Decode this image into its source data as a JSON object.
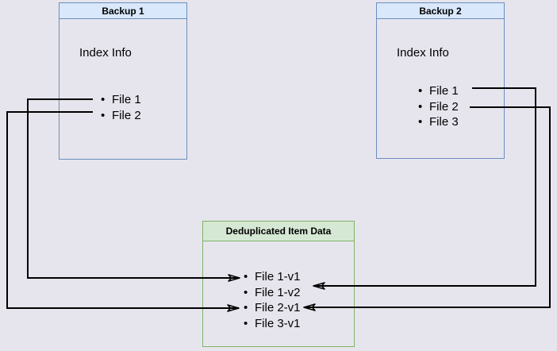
{
  "canvas": {
    "background": "#e6e5ed"
  },
  "colors": {
    "backup_header_fill": "#d9e8fb",
    "backup_border": "#6c8ebf",
    "dedup_header_fill": "#d5e8d4",
    "dedup_border": "#82b366",
    "arrow": "#000000",
    "text": "#000000"
  },
  "backup1": {
    "title": "Backup 1",
    "label": "Index Info",
    "items": [
      "File 1",
      "File 2"
    ]
  },
  "backup2": {
    "title": "Backup 2",
    "label": "Index Info",
    "items": [
      "File 1",
      "File 2",
      "File 3"
    ]
  },
  "dedup": {
    "title": "Deduplicated Item Data",
    "items": [
      "File 1-v1",
      "File 1-v2",
      "File 2-v1",
      "File 3-v1"
    ]
  },
  "connections": [
    {
      "from": "Backup 1 / File 1",
      "to": "Deduplicated Item Data / File 1-v1"
    },
    {
      "from": "Backup 1 / File 2",
      "to": "Deduplicated Item Data / File 2-v1"
    },
    {
      "from": "Backup 2 / File 1",
      "to": "Deduplicated Item Data / File 1-v2"
    },
    {
      "from": "Backup 2 / File 2",
      "to": "Deduplicated Item Data / File 2-v1"
    }
  ]
}
